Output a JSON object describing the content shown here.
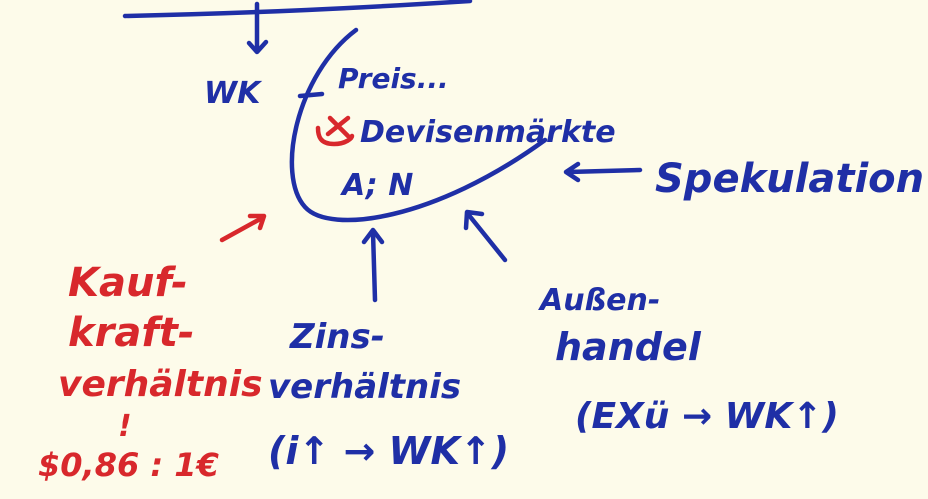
{
  "colors": {
    "paper": "#fdfbea",
    "blue_ink": "#1f2fa6",
    "red_ink": "#d8282c"
  },
  "notes": {
    "wk": "WK",
    "preis": "Preis...",
    "devisenmaerkte": "Devisenmärkte",
    "a_n": "A; N",
    "spekulation": "Spekulation",
    "kaufkraft_line1": "Kauf-",
    "kaufkraft_line2": "kraft-",
    "kaufkraft_line3": "verhältnis",
    "kaufkraft_mark": "!",
    "kaufkraft_ratio": "$0,86 : 1€",
    "zins_line1": "Zins-",
    "zins_line2": "verhältnis",
    "zins_formula": "(i↑ → WK↑)",
    "aussen_line1": "Außen-",
    "aussen_line2": "handel",
    "aussen_formula": "(EXü → WK↑)"
  }
}
